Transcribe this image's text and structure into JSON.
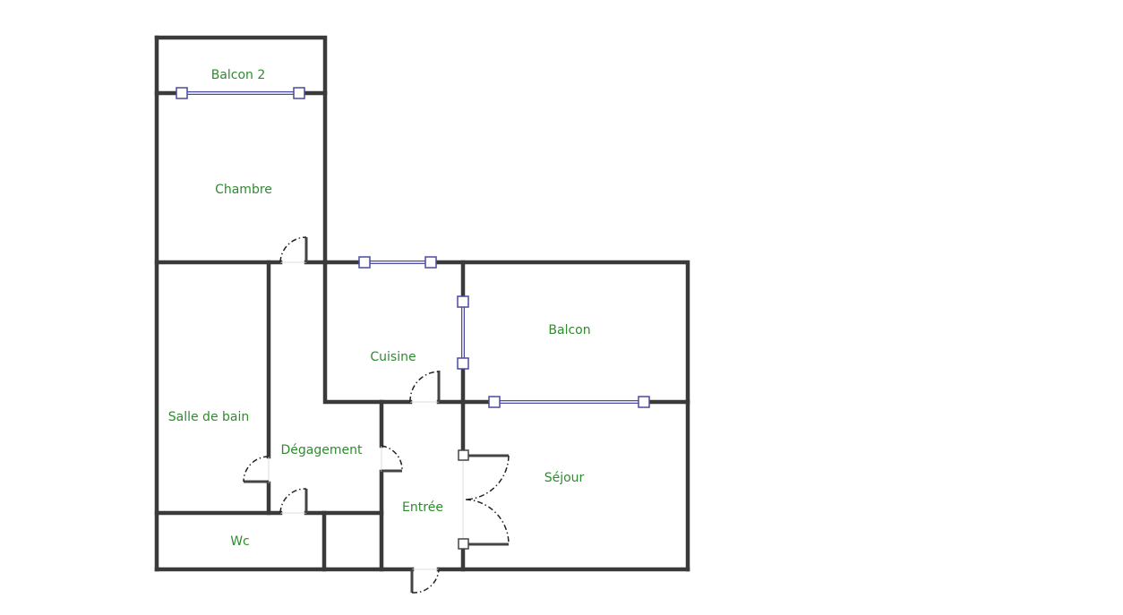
{
  "plan": {
    "rooms": {
      "balcon2": "Balcon 2",
      "chambre": "Chambre",
      "cuisine": "Cuisine",
      "balcon": "Balcon",
      "salle_de_bain": "Salle de bain",
      "degagement": "Dégagement",
      "sejour": "Séjour",
      "entree": "Entrée",
      "wc": "Wc"
    },
    "colors": {
      "label": "#2e8b2e",
      "wall": "#3a3a3a",
      "window": "#4a4aa0"
    }
  }
}
